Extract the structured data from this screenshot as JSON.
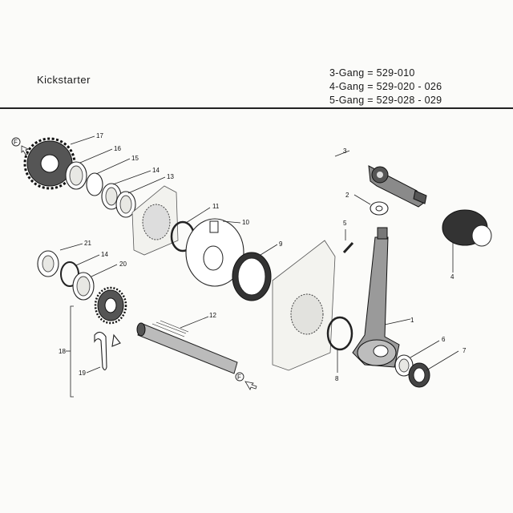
{
  "header": {
    "title": "Kickstarter",
    "variants": [
      "3-Gang = 529-010",
      "4-Gang = 529-020 - 026",
      "5-Gang = 529-028 - 029"
    ]
  },
  "callouts": [
    "1",
    "2",
    "3",
    "4",
    "5",
    "6",
    "7",
    "8",
    "9",
    "10",
    "11",
    "12",
    "13",
    "14",
    "15",
    "16",
    "17",
    "18",
    "19",
    "20",
    "21",
    "14"
  ],
  "fwd_marker": "F"
}
